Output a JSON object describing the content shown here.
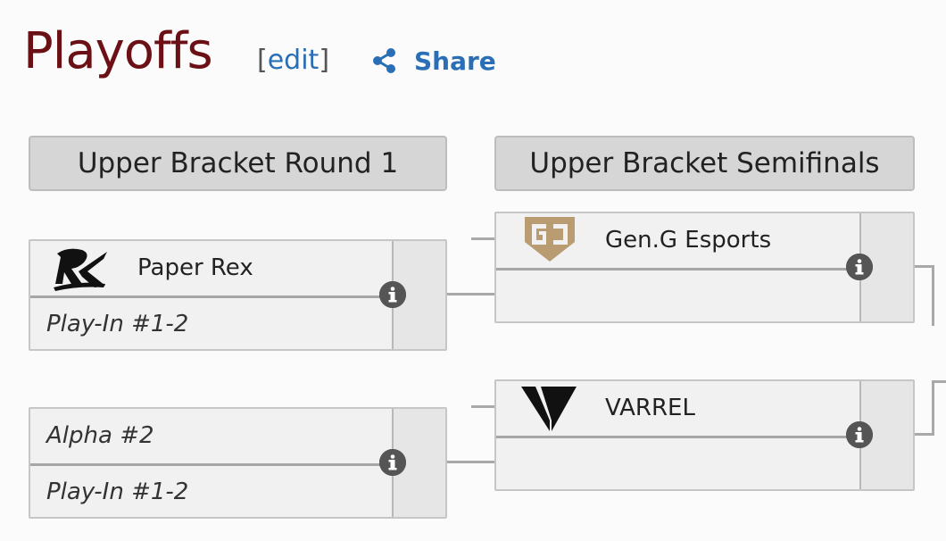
{
  "page": {
    "title": "Playoffs",
    "edit_open": "[",
    "edit_label": "edit",
    "edit_close": "]",
    "share_label": "Share"
  },
  "rounds": [
    {
      "label": "Upper Bracket Round 1"
    },
    {
      "label": "Upper Bracket Semifinals"
    }
  ],
  "round1": [
    {
      "top": {
        "name": "Paper Rex",
        "logo": "paper-rex-logo"
      },
      "bottom": {
        "name": "Play-In #1-2",
        "placeholder": true
      }
    },
    {
      "top": {
        "name": "Alpha #2",
        "placeholder": true
      },
      "bottom": {
        "name": "Play-In #1-2",
        "placeholder": true
      }
    }
  ],
  "semifinals": [
    {
      "top": {
        "name": "Gen.G Esports",
        "logo": "gen-g-logo"
      },
      "bottom": {
        "name": ""
      }
    },
    {
      "top": {
        "name": "VARREL",
        "logo": "varrel-logo"
      },
      "bottom": {
        "name": ""
      }
    }
  ],
  "colors": {
    "title": "#6b1015",
    "link": "#2a6fb5",
    "header_bg": "#d6d6d6",
    "match_bg": "#f1f1f1",
    "info_icon": "#555555"
  }
}
